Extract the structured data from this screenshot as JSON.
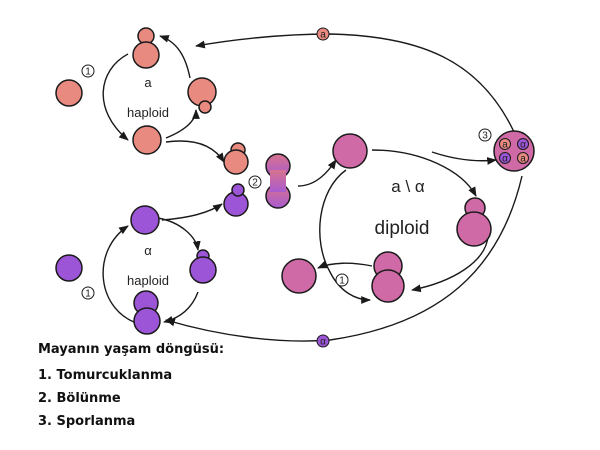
{
  "diagram": {
    "haploid_a": {
      "letter": "a",
      "label": "haploid",
      "step": "1"
    },
    "haploid_alpha": {
      "letter": "α",
      "label": "haploid",
      "step": "1"
    },
    "diploid": {
      "letter": "a \\ α",
      "label": "diploid",
      "step": "1"
    },
    "fusion_step": "2",
    "sporulation_step": "3",
    "spore_a": "a",
    "spore_alpha": "α",
    "ascus_spores": [
      "a",
      "a",
      "α",
      "α"
    ],
    "colors": {
      "haploid_a": "#e88a80",
      "haploid_alpha": "#9b55d6",
      "diploid": "#cf6aa6",
      "outline": "#1a1a1a"
    }
  },
  "legend": {
    "title": "Mayanın yaşam döngüsü:",
    "items": [
      "1. Tomurcuklanma",
      "2. Bölünme",
      "3. Sporlanma"
    ]
  }
}
